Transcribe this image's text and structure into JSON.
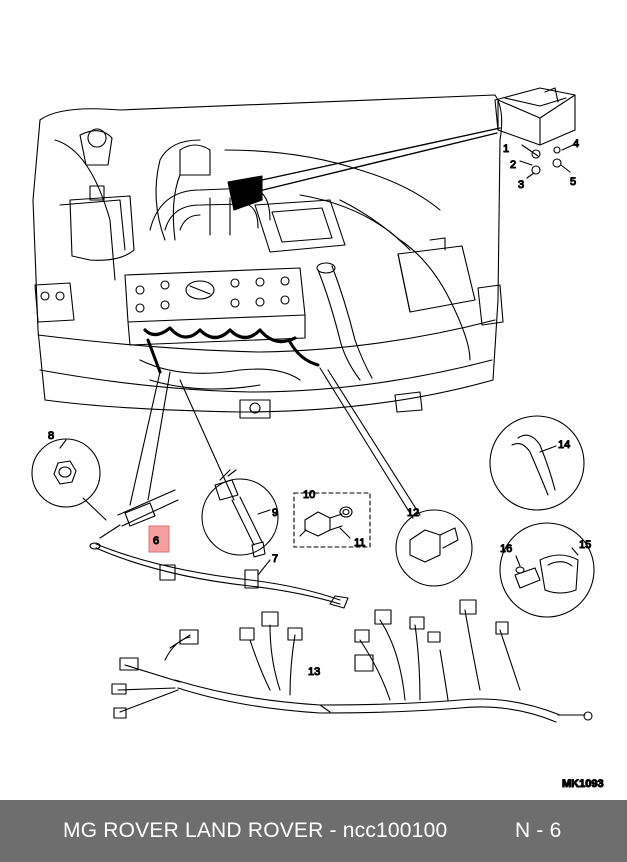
{
  "diagram": {
    "reference_code": "MK1093",
    "callouts": [
      "1",
      "2",
      "3",
      "4",
      "5",
      "6",
      "7",
      "8",
      "9",
      "10",
      "11",
      "12",
      "13",
      "14",
      "15",
      "16"
    ],
    "highlight_color": "#f4a0a0",
    "highlighted_callout": "6"
  },
  "footer": {
    "title": "MG ROVER LAND ROVER - ncc100100",
    "page": "N - 6",
    "background": "#6e6e6e"
  }
}
